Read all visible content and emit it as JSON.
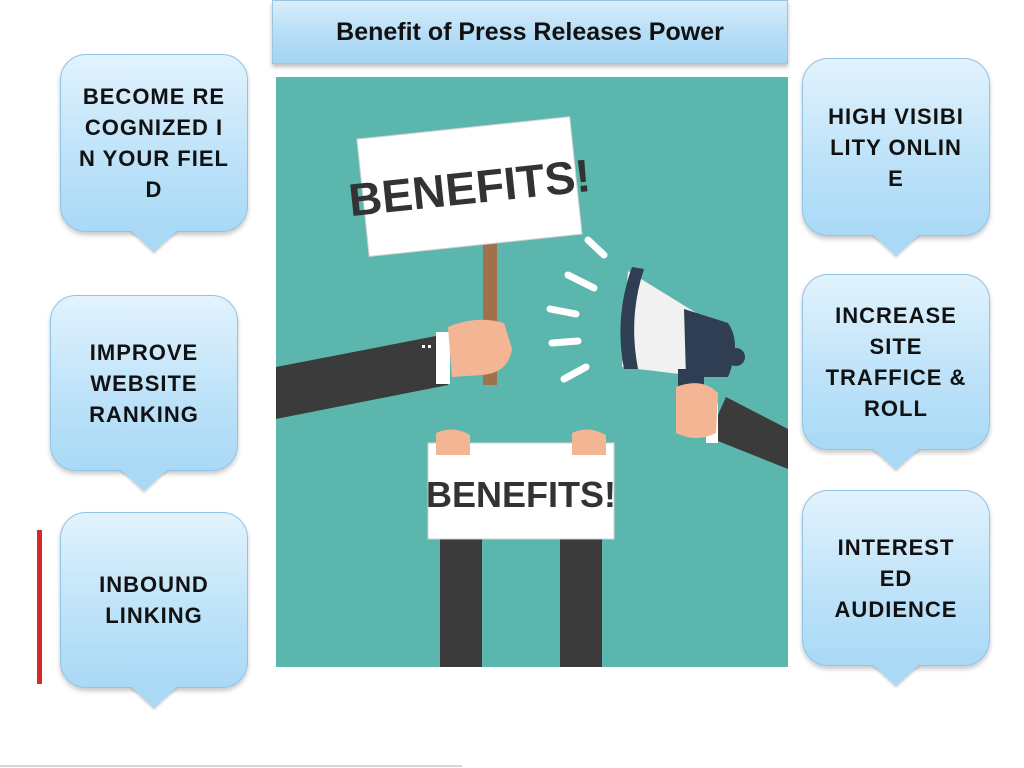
{
  "title": "Benefit of Press Releases Power",
  "callouts": {
    "become_recognized": "BECOME RECOGNIZED IN YOUR FIELD",
    "improve_ranking": "IMPROVE WEBSITE RANKING",
    "inbound_linking": "INBOUND LINKING",
    "high_visibility": "HIGH VISIBILITY ONLINE",
    "increase_traffic": "INCREASE SITE TRAFFICE & ROLL",
    "interested_audience": "INTEREST ED AUDIENCE"
  },
  "illustration": {
    "sign_top_text": "BENEFITS!",
    "sign_bottom_text": "BENEFITS!",
    "megaphone_icon": "megaphone-icon",
    "background_color": "#5bb7ad"
  },
  "colors": {
    "callout_fill": "#bfe3f9",
    "accent_red": "#d42a2a"
  }
}
